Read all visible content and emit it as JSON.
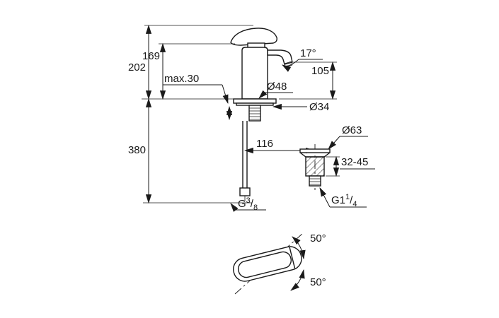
{
  "drawing": {
    "title": "faucet-dimensional-drawing",
    "colors": {
      "line": "#1a1a1a",
      "background": "#ffffff"
    },
    "labels": {
      "height_total": "202",
      "height_spout": "169",
      "max_thickness": "max.30",
      "spout_angle": "17°",
      "spout_height": "105",
      "dia_body": "Ø48",
      "dia_hole": "Ø34",
      "install_depth": "380",
      "reach": "116",
      "dia_waste_cap": "Ø63",
      "clamp_range": "32-45",
      "handle_angle_up": "50°",
      "handle_angle_down": "50°",
      "thread_supply": {
        "prefix": "G",
        "num": "3",
        "slash": "/",
        "den": "8"
      },
      "thread_waste": {
        "prefix": "G1",
        "num": "1",
        "slash": "/",
        "den": "4"
      }
    }
  }
}
